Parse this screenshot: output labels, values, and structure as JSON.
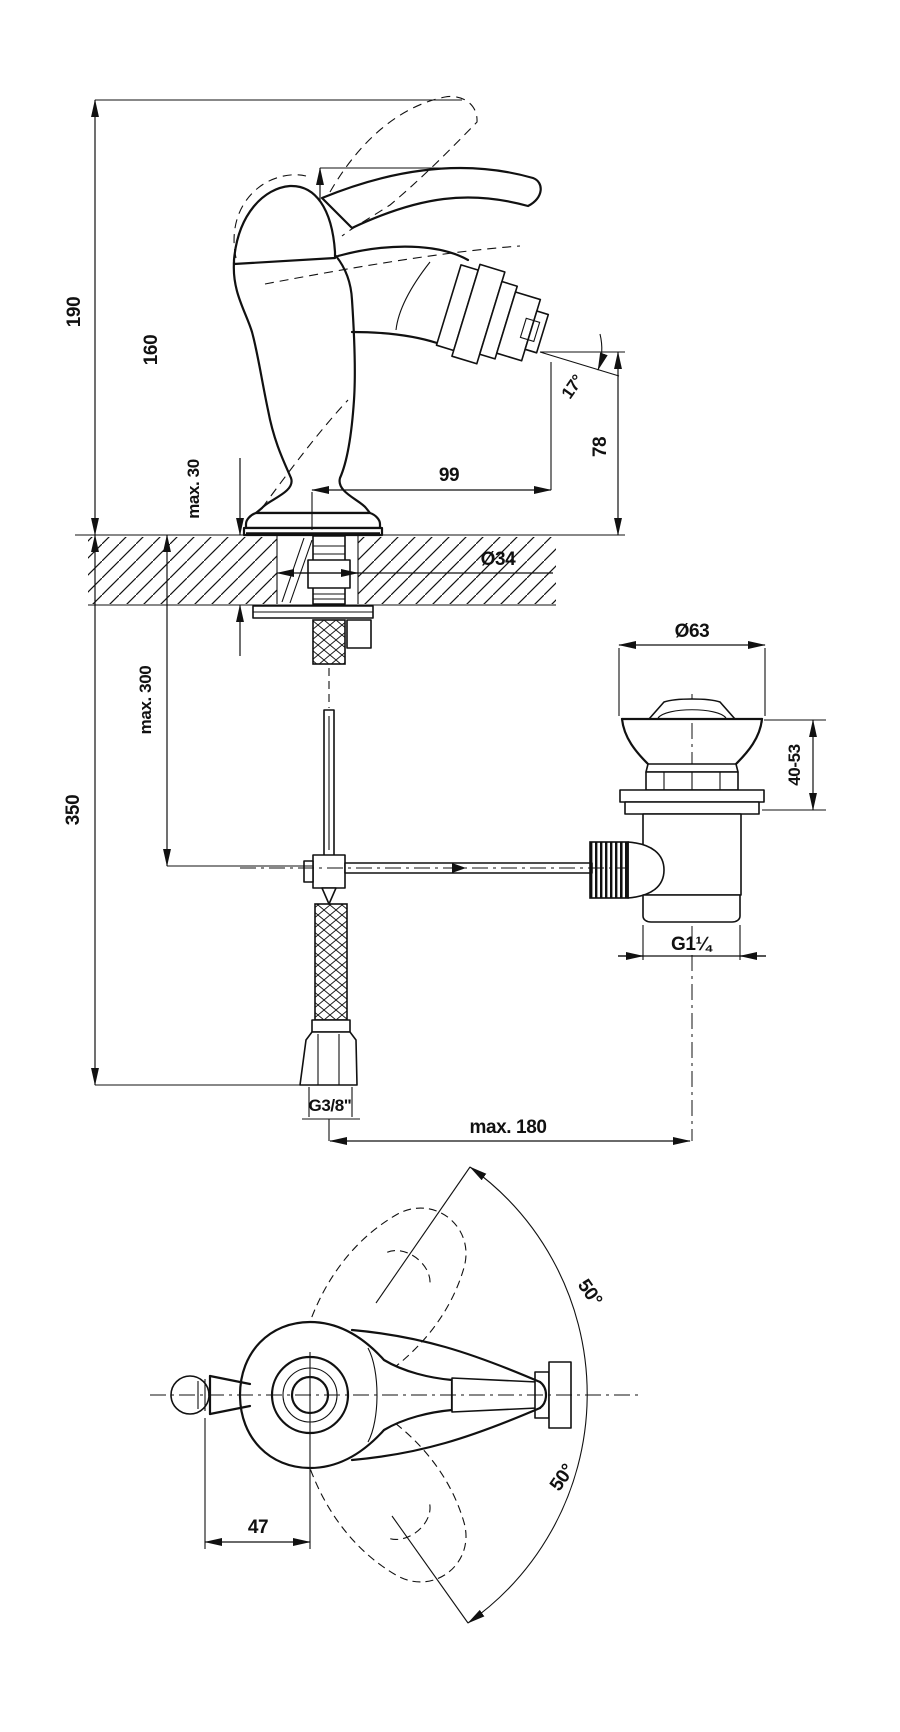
{
  "style": {
    "ink": "#111111",
    "background": "#ffffff"
  },
  "side_view": {
    "height_overall": "190",
    "height_body": "160",
    "deck_thickness": "max. 30",
    "spout_reach": "99",
    "outlet_height": "78",
    "outlet_angle": "17°",
    "hole_diameter": "Ø34",
    "rod_length": "max. 300",
    "under_depth": "350"
  },
  "drain_view": {
    "flange_diameter": "Ø63",
    "clamp_range": "40-53",
    "outlet_thread": "G1¼"
  },
  "connections": {
    "supply_thread": "G3/8\"",
    "drain_offset": "max. 180"
  },
  "plan_view": {
    "handle_offset": "47",
    "swing_upper": "50°",
    "swing_lower": "50°"
  }
}
